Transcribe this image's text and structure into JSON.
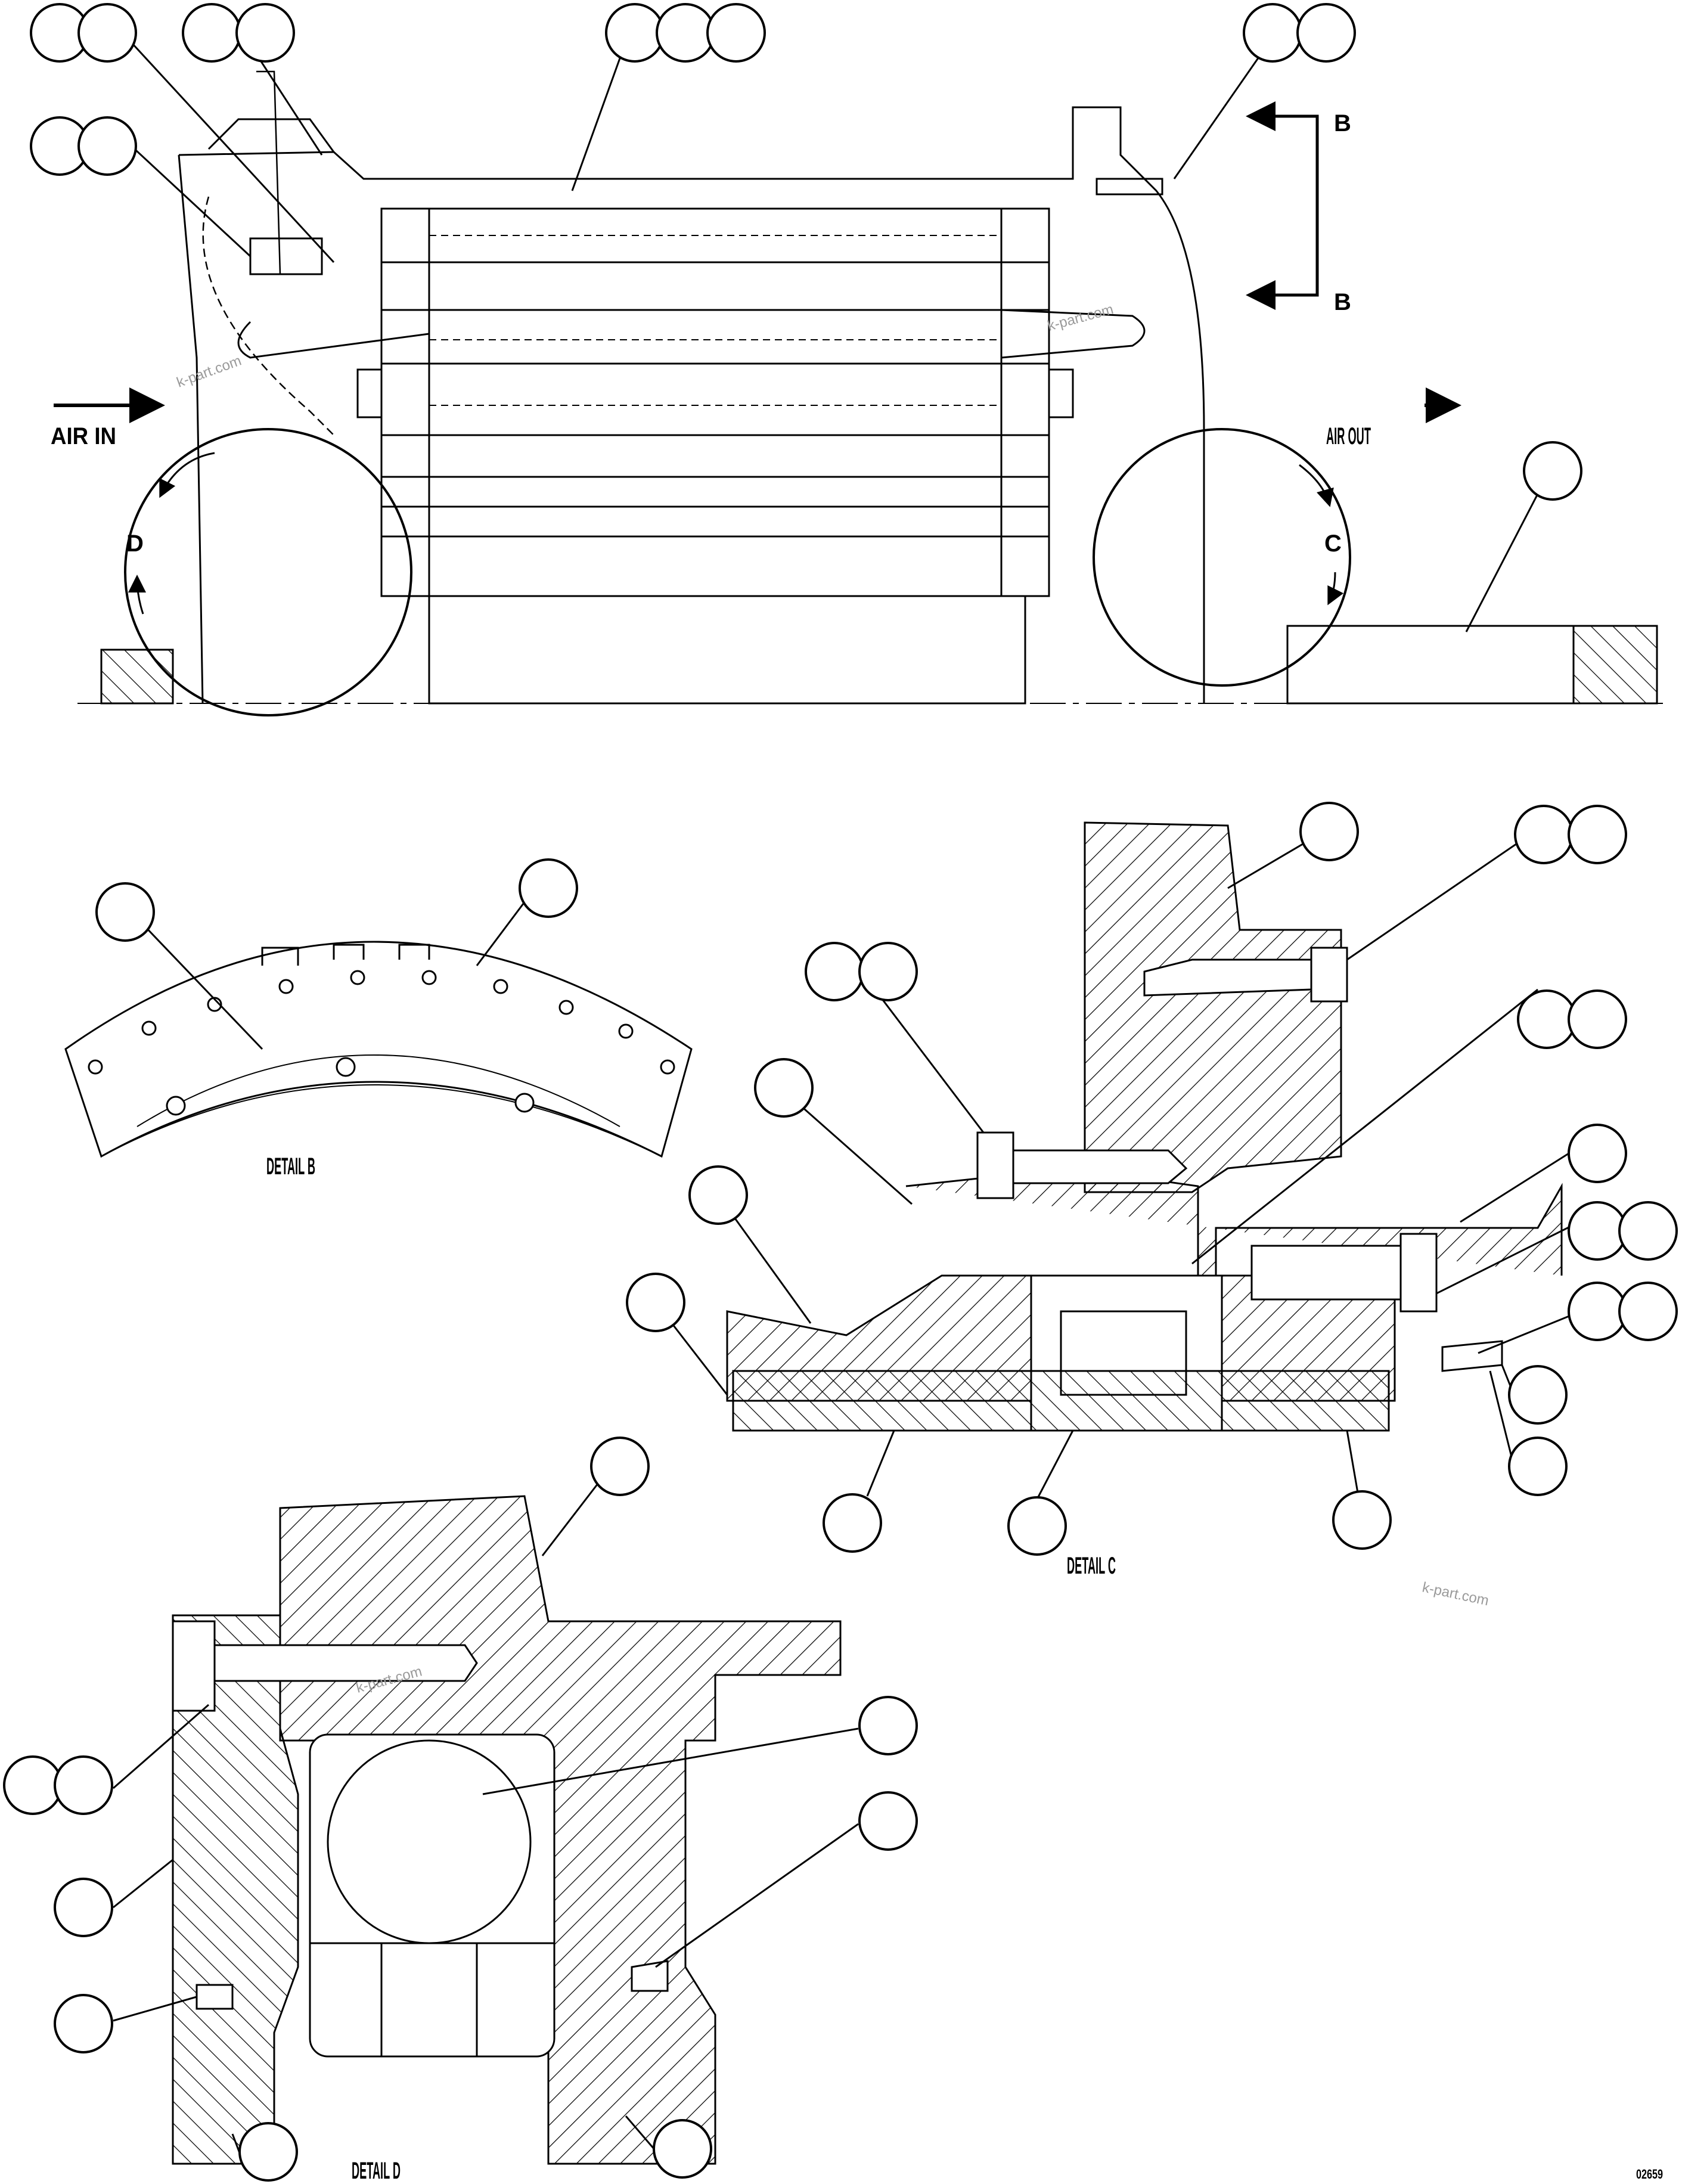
{
  "labels": {
    "air_in": "AIR IN",
    "air_out": "AIR OUT",
    "section_b_top": "B",
    "section_b_bottom": "B",
    "view_c": "C",
    "view_d": "D",
    "detail_b": "DETAIL B",
    "detail_c": "DETAIL C",
    "detail_d": "DETAIL D"
  },
  "watermark": "k-part.com",
  "drawing_number": "02659",
  "colors": {
    "line": "#000000",
    "paper": "#ffffff",
    "watermark": "#9a9a9a"
  }
}
